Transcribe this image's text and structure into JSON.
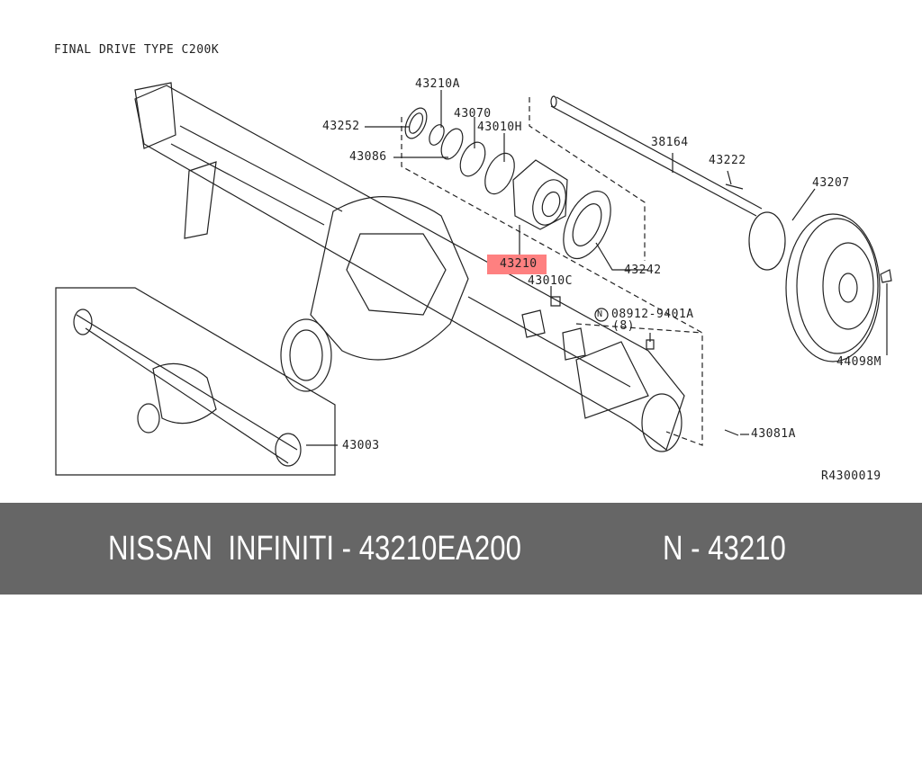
{
  "diagram": {
    "title": "FINAL DRIVE TYPE C200K",
    "ref_code": "R4300019",
    "highlight_color": "#fe8080",
    "labels": {
      "p43210A": "43210A",
      "p43252": "43252",
      "p43070": "43070",
      "p43010H": "43010H",
      "p43086": "43086",
      "p38164": "38164",
      "p43222": "43222",
      "p43207": "43207",
      "p43210": "43210",
      "p43242": "43242",
      "p43010C": "43010C",
      "p08912": "08912-9401A",
      "p08912_qty": "(8)",
      "p08912_prefix": "N",
      "p44098M": "44098M",
      "p43003": "43003",
      "p43081A": "43081A"
    }
  },
  "banner": {
    "brand": "NISSAN  INFINITI - 43210EA200",
    "short": "N - 43210",
    "background": "#666666"
  }
}
